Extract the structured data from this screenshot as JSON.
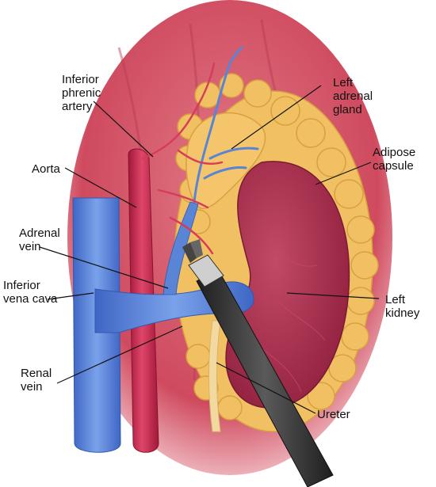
{
  "colors": {
    "background": "#ffffff",
    "muscle": "#c9445a",
    "aorta": "#d0284c",
    "vein": "#5a84d6",
    "fat": "#f0c062",
    "kidney": "#a82848",
    "instrument": "#3a3a3a",
    "ureter": "#f3d9a0",
    "leader": "#111111"
  },
  "labels": {
    "inferior_phrenic_artery": "Inferior\nphrenic\nartery",
    "left_adrenal_gland": "Left\nadrenal\ngland",
    "adipose_capsule": "Adipose\ncapsule",
    "aorta": "Aorta",
    "adrenal_vein": "Adrenal\nvein",
    "inferior_vena_cava": "Inferior\nvena cava",
    "left_kidney": "Left\nkidney",
    "renal_vein": "Renal\nvein",
    "ureter": "Ureter"
  }
}
